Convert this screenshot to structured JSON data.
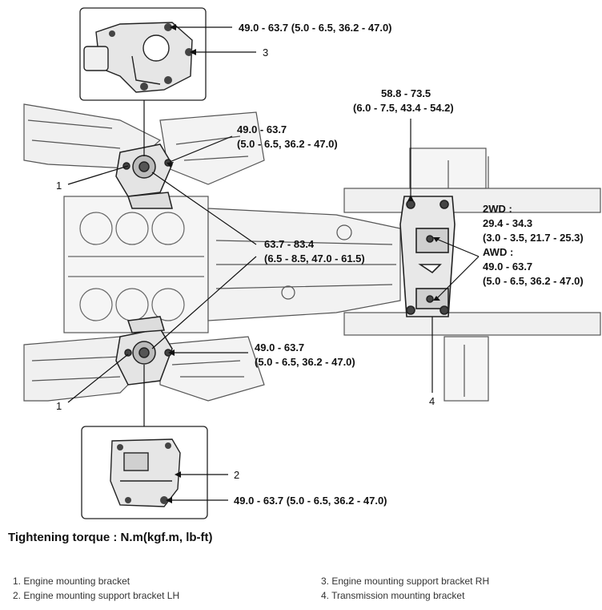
{
  "torques": {
    "bracket_rh_top": "49.0 - 63.7 (5.0 - 6.5, 36.2 - 47.0)",
    "upper_mount": [
      "49.0 - 63.7",
      "(5.0 - 6.5, 36.2 - 47.0)"
    ],
    "transmission_top": [
      "58.8 - 73.5",
      "(6.0 - 7.5, 43.4 - 54.2)"
    ],
    "center": [
      "63.7 - 83.4",
      "(6.5 - 8.5, 47.0 - 61.5)"
    ],
    "transmission_side": [
      "2WD :",
      "29.4 - 34.3",
      "(3.0 - 3.5, 21.7 - 25.3)",
      "AWD :",
      "49.0 - 63.7",
      "(5.0 - 6.5, 36.2 - 47.0)"
    ],
    "lower_mount": [
      "49.0 - 63.7",
      "(5.0 - 6.5, 36.2 - 47.0)"
    ],
    "bracket_lh_bottom": "49.0 - 63.7 (5.0 - 6.5, 36.2 - 47.0)"
  },
  "callouts": {
    "n3": "3",
    "n1_top": "1",
    "n1_bottom": "1",
    "n2": "2",
    "n4": "4"
  },
  "caption": "Tightening torque : N.m(kgf.m, lb-ft)",
  "legend": {
    "left": [
      "1. Engine mounting bracket",
      "2. Engine mounting support bracket LH"
    ],
    "right": [
      "3. Engine mounting support bracket RH",
      "4. Transmission mounting bracket"
    ]
  }
}
